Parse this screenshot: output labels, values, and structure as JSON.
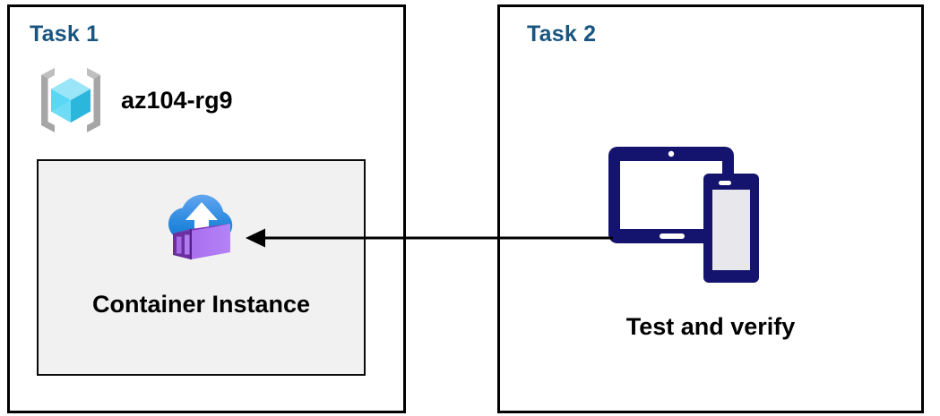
{
  "diagram": {
    "title": "Azure Container Instance task diagram",
    "background_color": "#FFFFFF",
    "panels": [
      {
        "id": "task1",
        "title": "Task 1",
        "title_color": "#1A5580",
        "border_color": "#000000",
        "resource_group": {
          "icon": "azure-resource-group-icon",
          "label": "az104-rg9",
          "label_color": "#000000"
        },
        "resource_box": {
          "icon": "azure-container-instance-icon",
          "label": "Container Instance",
          "fill_color": "#F1F1F1",
          "border_color": "#0A0A0A"
        }
      },
      {
        "id": "task2",
        "title": "Task 2",
        "title_color": "#1A5580",
        "border_color": "#000000",
        "devices": {
          "icon": "tablet-and-phone-icon",
          "icon_color": "#14146E",
          "label": "Test and verify",
          "label_color": "#000000"
        }
      }
    ],
    "connector": {
      "name": "arrow-right-to-left",
      "direction": "right-to-left",
      "color": "#000000",
      "from": "Test and verify",
      "to": "Container Instance"
    },
    "colors": {
      "title_blue": "#1A5580",
      "navy": "#14146E",
      "cloud_blue_light": "#5EA0EE",
      "cloud_blue_dark": "#0F7FD4",
      "container_purple_light": "#B07AF0",
      "container_purple_dark": "#6B2FA0",
      "cube_cyan_light": "#9BE5F8",
      "cube_cyan_dark": "#2BB6DC",
      "bracket_gray": "#A6A6A6",
      "box_gray": "#F1F1F1"
    }
  }
}
